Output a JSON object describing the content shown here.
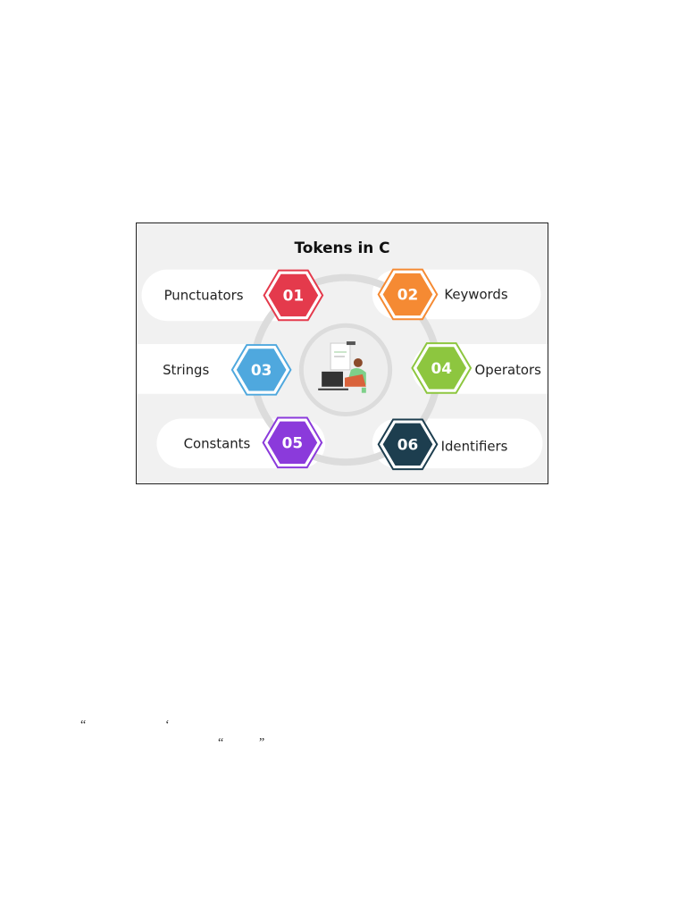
{
  "figure": {
    "title": "Tokens in C",
    "tokens": [
      {
        "number": "01",
        "label": "Punctuators",
        "color": "#e43a4c"
      },
      {
        "number": "02",
        "label": "Keywords",
        "color": "#f58a33"
      },
      {
        "number": "03",
        "label": "Strings",
        "color": "#4fa8de"
      },
      {
        "number": "04",
        "label": "Operators",
        "color": "#8dc63f"
      },
      {
        "number": "05",
        "label": "Constants",
        "color": "#8b3adb"
      },
      {
        "number": "06",
        "label": "Identifiers",
        "color": "#1d3e4f"
      }
    ],
    "center_icon": "person-at-computer-illustration"
  },
  "stray_marks": [
    "“",
    "‘",
    "“",
    "”"
  ]
}
